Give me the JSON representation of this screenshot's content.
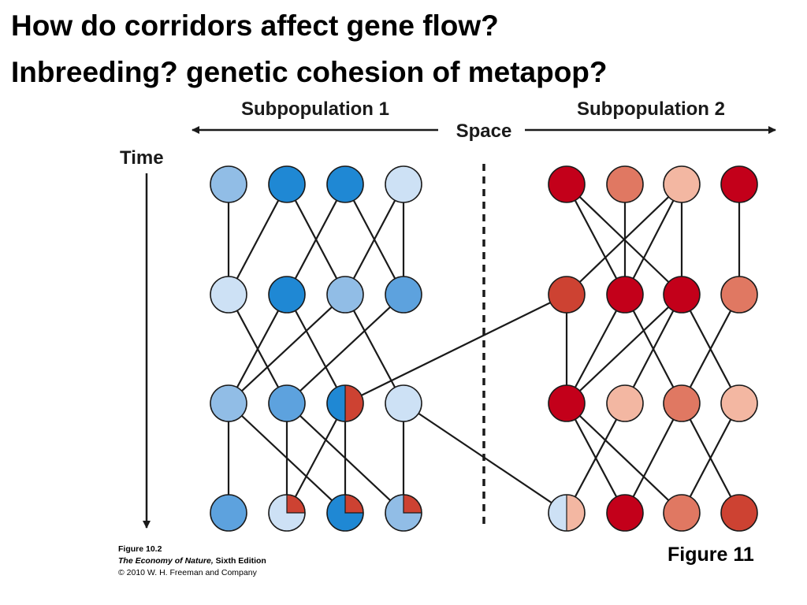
{
  "slide": {
    "title_line1": "How do corridors affect gene flow?",
    "title_line2": "Inbreeding?  genetic cohesion of metapop?",
    "figure_label": "Figure 11"
  },
  "diagram": {
    "subpop1_label": "Subpopulation 1",
    "subpop2_label": "Subpopulation 2",
    "space_label": "Space",
    "time_label": "Time",
    "colors": {
      "blue_light": "#cde1f5",
      "blue_mid": "#91bde6",
      "blue_medium": "#5da2de",
      "blue_dark": "#1f88d4",
      "red_light": "#f3b7a2",
      "red_mid": "#e07862",
      "red_medium": "#cd4232",
      "red_dark": "#c3001a"
    },
    "generations": [
      {
        "nodes": [
          {
            "id": "a1",
            "fill": "blue_mid"
          },
          {
            "id": "a2",
            "fill": "blue_dark"
          },
          {
            "id": "a3",
            "fill": "blue_dark"
          },
          {
            "id": "a4",
            "fill": "blue_light"
          },
          {
            "id": "a5",
            "fill": "red_dark"
          },
          {
            "id": "a6",
            "fill": "red_mid"
          },
          {
            "id": "a7",
            "fill": "red_light"
          },
          {
            "id": "a8",
            "fill": "red_dark"
          }
        ]
      },
      {
        "nodes": [
          {
            "id": "b1",
            "fill": "blue_light"
          },
          {
            "id": "b2",
            "fill": "blue_dark"
          },
          {
            "id": "b3",
            "fill": "blue_mid"
          },
          {
            "id": "b4",
            "fill": "blue_medium"
          },
          {
            "id": "b5",
            "fill": "red_medium"
          },
          {
            "id": "b6",
            "fill": "red_dark"
          },
          {
            "id": "b7",
            "fill": "red_dark"
          },
          {
            "id": "b8",
            "fill": "red_mid"
          }
        ]
      },
      {
        "nodes": [
          {
            "id": "c1",
            "fill": "blue_mid"
          },
          {
            "id": "c2",
            "fill": "blue_medium"
          },
          {
            "id": "c3",
            "fill": "blue_dark",
            "split": "red_medium"
          },
          {
            "id": "c4",
            "fill": "blue_light"
          },
          {
            "id": "c5",
            "fill": "red_dark"
          },
          {
            "id": "c6",
            "fill": "red_light"
          },
          {
            "id": "c7",
            "fill": "red_mid"
          },
          {
            "id": "c8",
            "fill": "red_light"
          }
        ]
      },
      {
        "nodes": [
          {
            "id": "d1",
            "fill": "blue_medium"
          },
          {
            "id": "d2",
            "fill": "blue_light",
            "quarter": "red_medium"
          },
          {
            "id": "d3",
            "fill": "blue_dark",
            "quarter": "red_medium"
          },
          {
            "id": "d4",
            "fill": "blue_mid",
            "quarter": "red_medium"
          },
          {
            "id": "d5",
            "fill": "blue_light",
            "split": "red_light"
          },
          {
            "id": "d6",
            "fill": "red_dark"
          },
          {
            "id": "d7",
            "fill": "red_mid"
          },
          {
            "id": "d8",
            "fill": "red_medium"
          }
        ]
      }
    ],
    "links": [
      [
        "a1",
        "b1"
      ],
      [
        "a2",
        "b1"
      ],
      [
        "a2",
        "b3"
      ],
      [
        "a3",
        "b2"
      ],
      [
        "a3",
        "b4"
      ],
      [
        "a4",
        "b3"
      ],
      [
        "a4",
        "b4"
      ],
      [
        "b1",
        "c2"
      ],
      [
        "b2",
        "c1"
      ],
      [
        "b2",
        "c3"
      ],
      [
        "b3",
        "c1"
      ],
      [
        "b3",
        "c4"
      ],
      [
        "b4",
        "c2"
      ],
      [
        "c1",
        "d1"
      ],
      [
        "c1",
        "d3"
      ],
      [
        "c2",
        "d2"
      ],
      [
        "c2",
        "d4"
      ],
      [
        "c3",
        "d2"
      ],
      [
        "c3",
        "d3"
      ],
      [
        "c4",
        "d4"
      ],
      [
        "a5",
        "b6"
      ],
      [
        "a5",
        "b7"
      ],
      [
        "a6",
        "b6"
      ],
      [
        "a7",
        "b5"
      ],
      [
        "a7",
        "b6"
      ],
      [
        "a7",
        "b7"
      ],
      [
        "a8",
        "b8"
      ],
      [
        "b5",
        "c5"
      ],
      [
        "b6",
        "c5"
      ],
      [
        "b6",
        "c7"
      ],
      [
        "b7",
        "c5"
      ],
      [
        "b7",
        "c6"
      ],
      [
        "b7",
        "c8"
      ],
      [
        "b8",
        "c7"
      ],
      [
        "c5",
        "d6"
      ],
      [
        "c5",
        "d7"
      ],
      [
        "c6",
        "d5"
      ],
      [
        "c7",
        "d6"
      ],
      [
        "c7",
        "d8"
      ],
      [
        "c8",
        "d7"
      ],
      [
        "b5",
        "c3"
      ],
      [
        "c4",
        "d5"
      ]
    ]
  },
  "credits": {
    "line1": "Figure 10.2",
    "line2_title": "The Economy of Nature,",
    "line2_rest": " Sixth Edition",
    "line3": "© 2010 W. H. Freeman and Company"
  }
}
